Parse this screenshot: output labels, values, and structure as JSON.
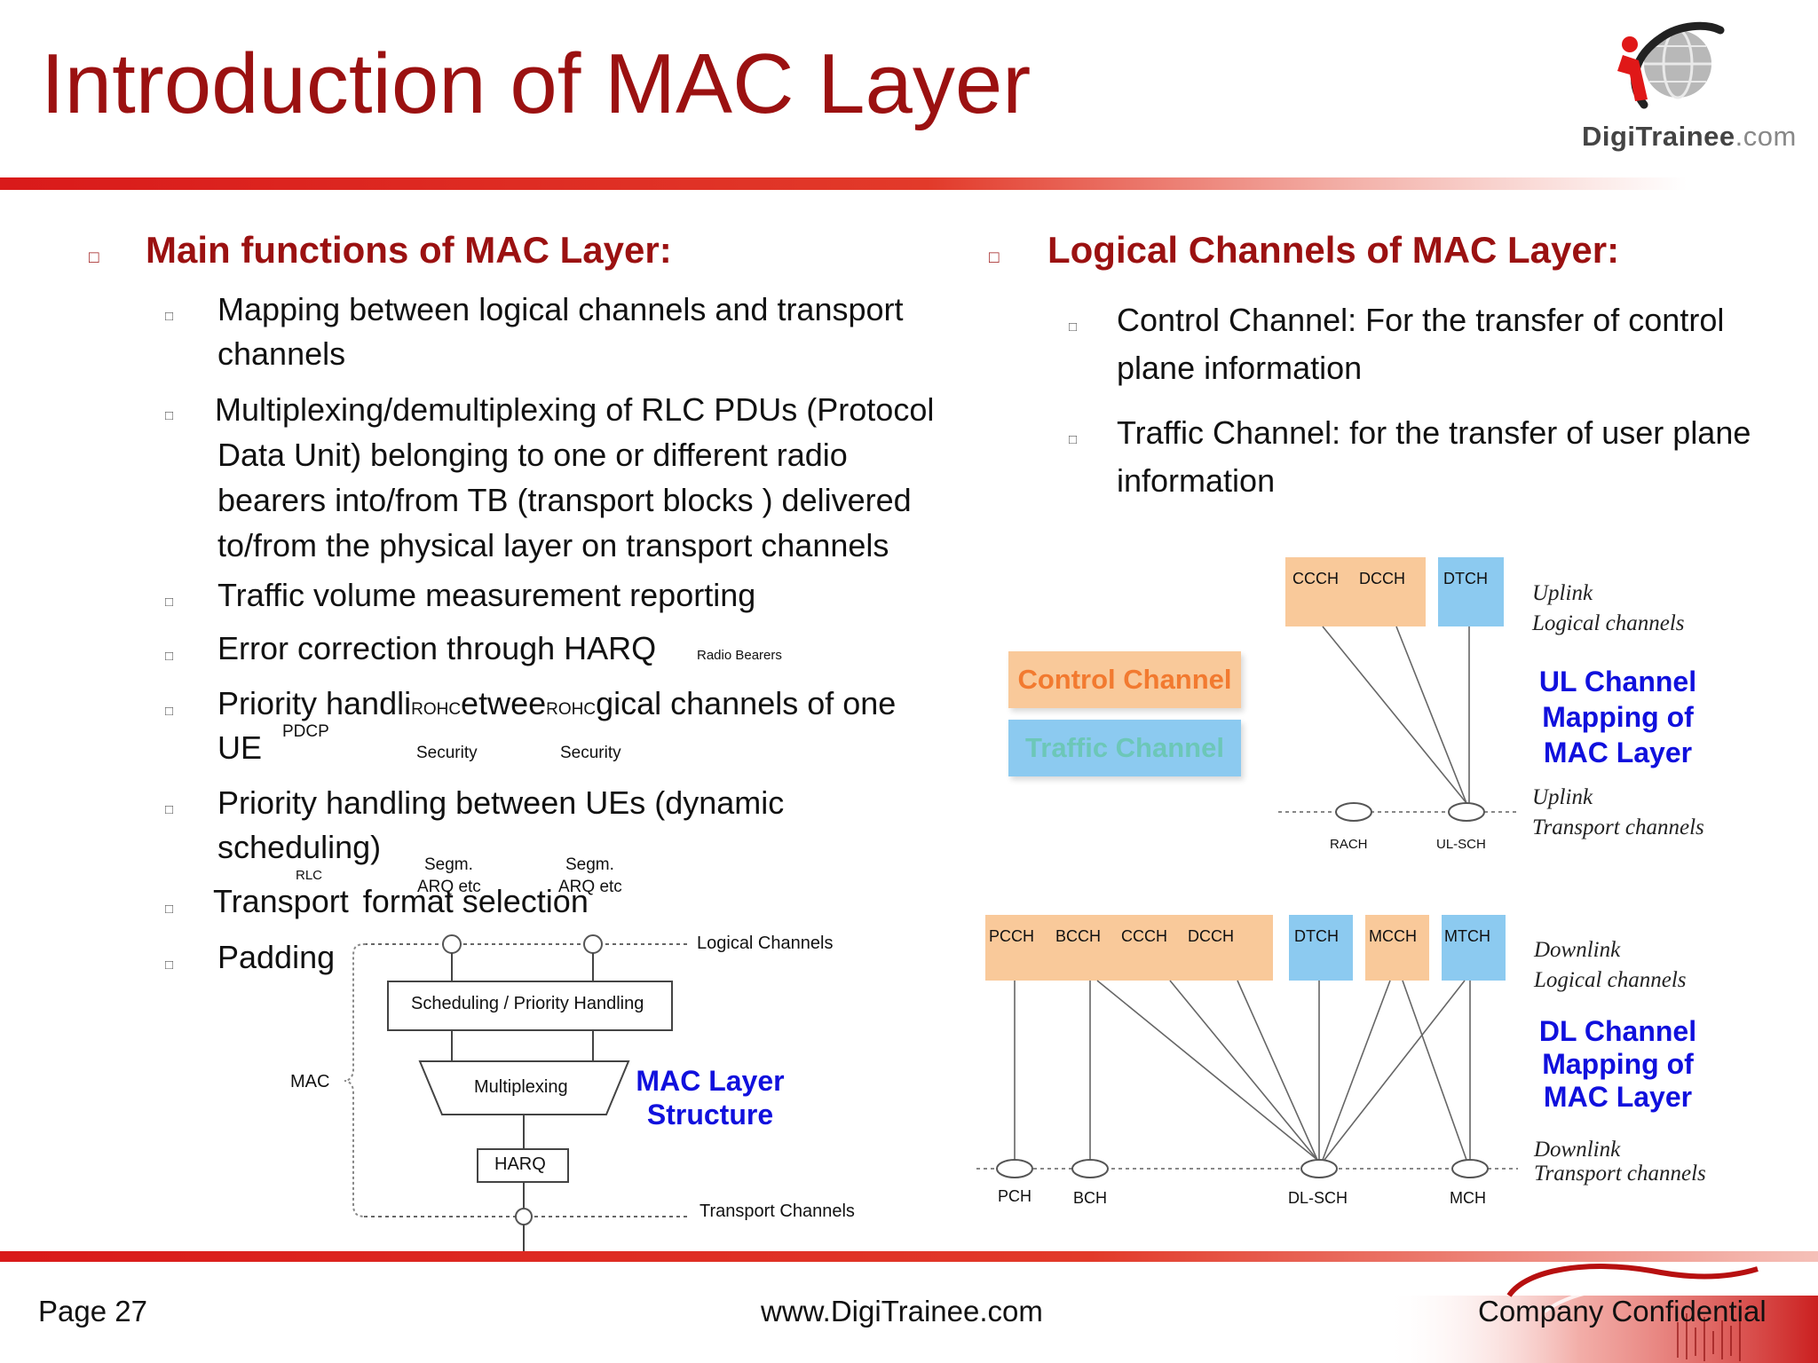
{
  "slide": {
    "title": "Introduction of MAC Layer",
    "logo": {
      "brand": "DigiTrainee",
      "suffix": ".com"
    }
  },
  "left": {
    "heading": "Main functions of MAC Layer:",
    "items": [
      {
        "lines": [
          "Mapping between logical channels and transport",
          "channels"
        ]
      },
      {
        "lines": [
          "Multiplexing/demultiplexing of RLC PDUs (Protocol",
          "Data Unit) belonging to one or different radio",
          "bearers into/from TB (transport blocks ) delivered",
          "to/from the physical layer on transport channels"
        ]
      },
      {
        "lines": [
          "Traffic volume measurement reporting"
        ]
      },
      {
        "lines": [
          "Error correction through HARQ"
        ]
      },
      {
        "lines": [
          "Priority handli",
          "etwee",
          "gical channels of one",
          "UE"
        ]
      },
      {
        "lines": [
          "Priority handling between UEs (dynamic",
          "scheduling)"
        ]
      },
      {
        "lines": [
          "Transport",
          "format selection"
        ]
      },
      {
        "lines": [
          "Padding"
        ]
      }
    ]
  },
  "overlay_labels": {
    "radio_bearers": "Radio Bearers",
    "rohc_1": "ROHC",
    "rohc_2": "ROHC",
    "pdcp": "PDCP",
    "security_1": "Security",
    "security_2": "Security",
    "rlc": "RLC",
    "segm_1": "Segm.",
    "arq_1": "ARQ etc",
    "segm_2": "Segm.",
    "arq_2": "ARQ etc"
  },
  "mac_diagram": {
    "logical_channels": "Logical Channels",
    "scheduling": "Scheduling / Priority Handling",
    "multiplexing": "Multiplexing",
    "harq": "HARQ",
    "mac": "MAC",
    "transport_channels": "Transport Channels",
    "caption_line1": "MAC Layer",
    "caption_line2": "Structure"
  },
  "right": {
    "heading": "Logical Channels of MAC Layer:",
    "items": [
      {
        "lines": [
          "Control Channel: For the transfer of control",
          "plane information"
        ]
      },
      {
        "lines": [
          "Traffic Channel: for the transfer of user plane",
          "information"
        ]
      }
    ]
  },
  "legend": {
    "control": "Control Channel",
    "traffic": "Traffic Channel",
    "control_color": "#f9c99a",
    "traffic_color": "#8ccaf0"
  },
  "ul_mapping": {
    "logical": [
      "CCCH",
      "DCCH",
      "DTCH"
    ],
    "transport": [
      "RACH",
      "UL-SCH"
    ],
    "note_logical": [
      "Uplink",
      "Logical channels"
    ],
    "note_transport": [
      "Uplink",
      "Transport channels"
    ],
    "caption": [
      "UL Channel",
      "Mapping of",
      "MAC Layer"
    ]
  },
  "dl_mapping": {
    "logical": [
      "PCCH",
      "BCCH",
      "CCCH",
      "DCCH",
      "DTCH",
      "MCCH",
      "MTCH"
    ],
    "transport": [
      "PCH",
      "BCH",
      "DL-SCH",
      "MCH"
    ],
    "note_logical": [
      "Downlink",
      "Logical channels"
    ],
    "note_transport": [
      "Downlink",
      "Transport channels"
    ],
    "caption": [
      "DL Channel",
      "Mapping of",
      "MAC Layer"
    ]
  },
  "footer": {
    "page": "Page 27",
    "site": "www.DigiTrainee.com",
    "confidential": "Company Confidential"
  }
}
